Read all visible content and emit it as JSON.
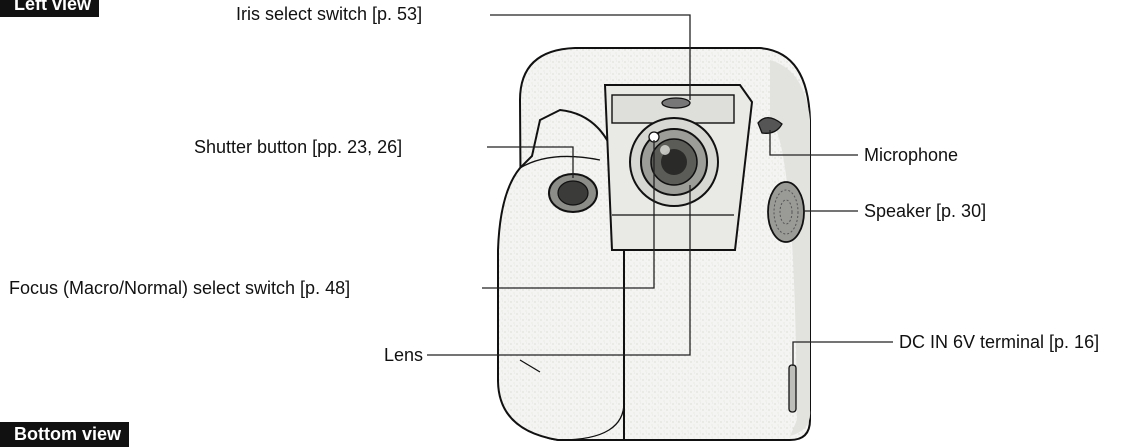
{
  "sections": {
    "left_view": "Left view",
    "bottom_view": "Bottom view"
  },
  "callouts": {
    "iris_select_switch": "Iris select switch [p. 53]",
    "shutter_button": "Shutter button [pp. 23, 26]",
    "focus_select_switch": "Focus (Macro/Normal) select switch [p. 48]",
    "lens": "Lens",
    "microphone": "Microphone",
    "speaker": "Speaker [p. 30]",
    "dc_in_terminal": "DC IN 6V terminal [p. 16]"
  },
  "colors": {
    "ink": "#111111",
    "body_fill": "#f3f3f1",
    "shade": "#d9d9d6"
  }
}
